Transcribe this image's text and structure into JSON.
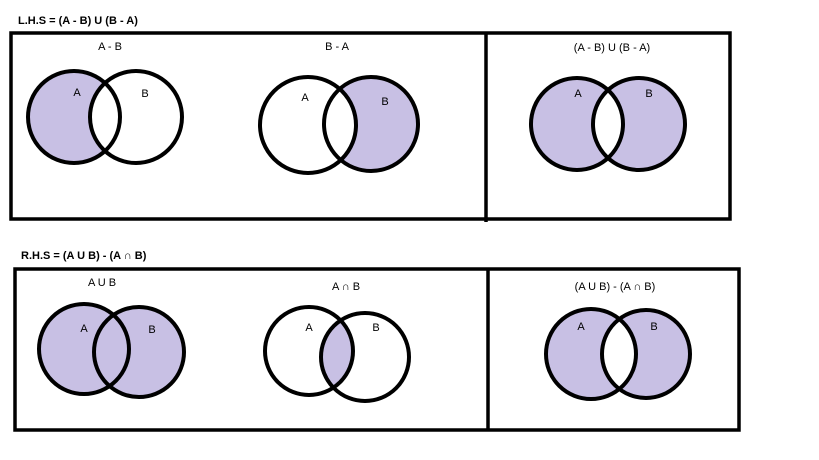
{
  "colors": {
    "shade": "#c8c0e4",
    "stroke": "#000000"
  },
  "lhs": {
    "heading": "L.H.S = (A - B) U (B - A)",
    "panels": [
      {
        "caption": "A - B",
        "left_label": "A",
        "right_label": "B",
        "shaded": "left-only"
      },
      {
        "caption": "B - A",
        "left_label": "A",
        "right_label": "B",
        "shaded": "right-only"
      },
      {
        "caption": "(A - B) U (B - A)",
        "left_label": "A",
        "right_label": "B",
        "shaded": "symmetric-difference"
      }
    ]
  },
  "rhs": {
    "heading": "R.H.S = (A U B) - (A ∩ B)",
    "panels": [
      {
        "caption": "A U B",
        "left_label": "A",
        "right_label": "B",
        "shaded": "union"
      },
      {
        "caption": "A ∩ B",
        "left_label": "A",
        "right_label": "B",
        "shaded": "intersection"
      },
      {
        "caption": "(A U B) - (A ∩ B)",
        "left_label": "A",
        "right_label": "B",
        "shaded": "symmetric-difference"
      }
    ]
  }
}
